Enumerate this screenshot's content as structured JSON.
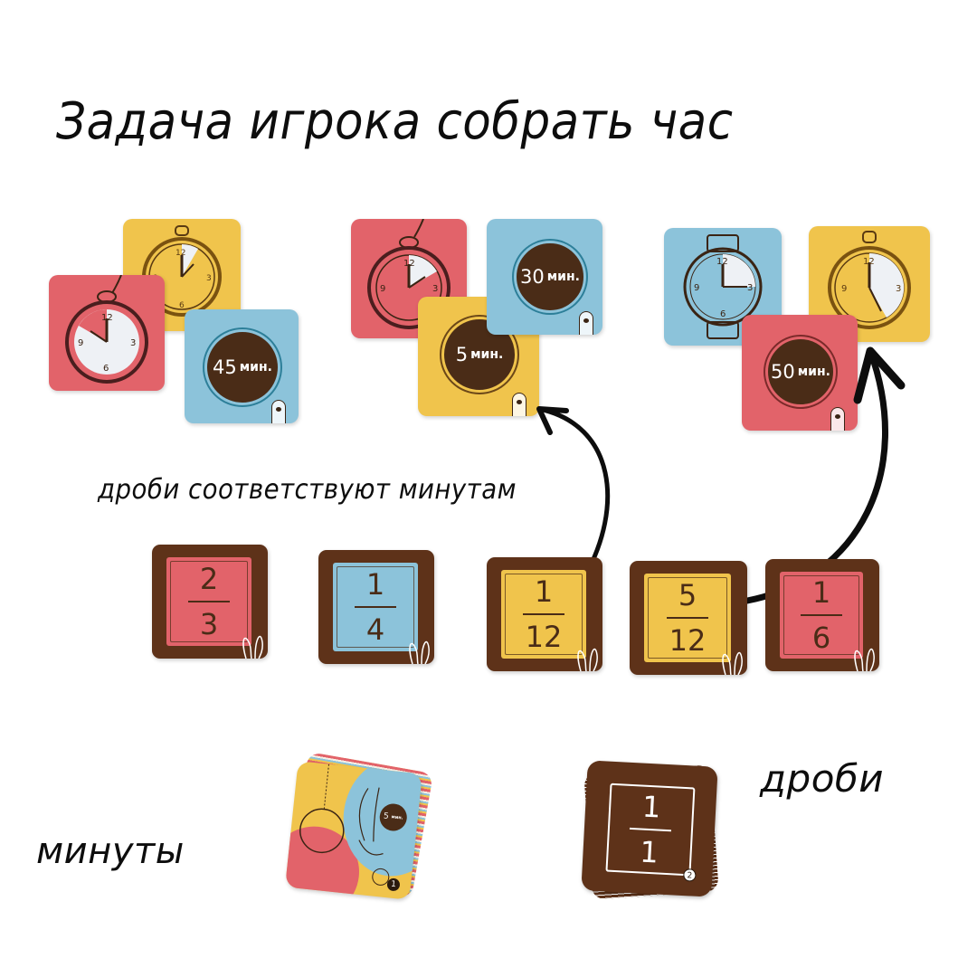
{
  "title": "Задача игрока собрать час",
  "caption": "дроби соответствуют минутам",
  "labels": {
    "minutes_deck": "минуты",
    "fractions_deck": "дроби"
  },
  "colors": {
    "pink": "#e2636a",
    "yellow": "#f0c44c",
    "blue": "#8cc3da",
    "brown": "#5e3219",
    "dark_circle": "#4a2c17"
  },
  "groups": [
    {
      "clocks": [
        {
          "color": "yellow",
          "type": "stopwatch",
          "shaded_minutes": 5
        },
        {
          "color": "pink",
          "type": "pocket-watch",
          "shaded_minutes": 10
        }
      ],
      "minute_card": {
        "color": "blue",
        "value": "45",
        "unit": "мин."
      }
    },
    {
      "clocks": [
        {
          "color": "pink",
          "type": "pocket-watch",
          "shaded_minutes": 10
        }
      ],
      "minute_cards": [
        {
          "color": "blue",
          "value": "30",
          "unit": "мин."
        },
        {
          "color": "yellow",
          "value": "5",
          "unit": "мин."
        }
      ]
    },
    {
      "clocks": [
        {
          "color": "blue",
          "type": "wristwatch",
          "shaded_minutes": 15
        },
        {
          "color": "yellow",
          "type": "stopwatch",
          "shaded_minutes": 25
        }
      ],
      "minute_card": {
        "color": "pink",
        "value": "50",
        "unit": "мин."
      }
    }
  ],
  "fractions": [
    {
      "numerator": "2",
      "denominator": "3",
      "color": "pink"
    },
    {
      "numerator": "1",
      "denominator": "4",
      "color": "blue"
    },
    {
      "numerator": "1",
      "denominator": "12",
      "color": "yellow"
    },
    {
      "numerator": "5",
      "denominator": "12",
      "color": "yellow"
    },
    {
      "numerator": "1",
      "denominator": "6",
      "color": "pink"
    }
  ],
  "decks": {
    "minutes": {
      "badge": "1",
      "sample_value": "5",
      "sample_unit": "мин."
    },
    "fractions": {
      "badge": "2",
      "numerator": "1",
      "denominator": "1"
    }
  }
}
